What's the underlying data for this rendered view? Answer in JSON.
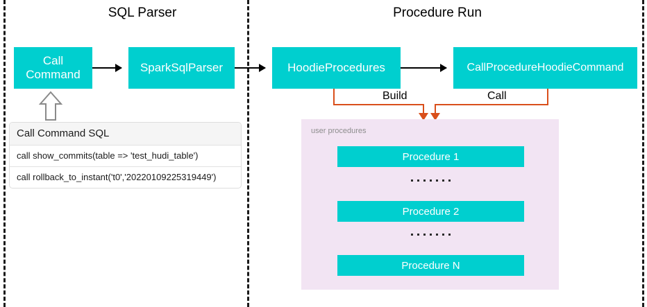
{
  "diagram": {
    "sections": [
      {
        "id": "sql-parser",
        "title": "SQL Parser"
      },
      {
        "id": "procedure-run",
        "title": "Procedure Run"
      }
    ],
    "boxes": {
      "call_command": "Call\nCommand",
      "call_command_line1": "Call",
      "call_command_line2": "Command",
      "spark_sql_parser": "SparkSqlParser",
      "hoodie_procedures": "HoodieProcedures",
      "call_procedure_hoodie_command": "CallProcedureHoodieCommand"
    },
    "sql_card": {
      "header": "Call Command SQL",
      "rows": [
        "call show_commits(table => 'test_hudi_table')",
        "call rollback_to_instant('t0','20220109225319449')"
      ]
    },
    "connectors": {
      "build_label": "Build",
      "call_label": "Call"
    },
    "procedures_panel": {
      "caption": "user procedures",
      "items": [
        {
          "label": "Procedure 1"
        },
        {
          "label": "Procedure 2"
        },
        {
          "label": "Procedure N"
        }
      ],
      "ellipsis_dot_count": 7
    },
    "colors": {
      "teal": "#00CFCF",
      "panel_purple": "#F2E4F3",
      "connector_orange": "#D94F1B",
      "divider_black": "#1A1A1A",
      "caption_gray": "#8D8D8D"
    }
  }
}
